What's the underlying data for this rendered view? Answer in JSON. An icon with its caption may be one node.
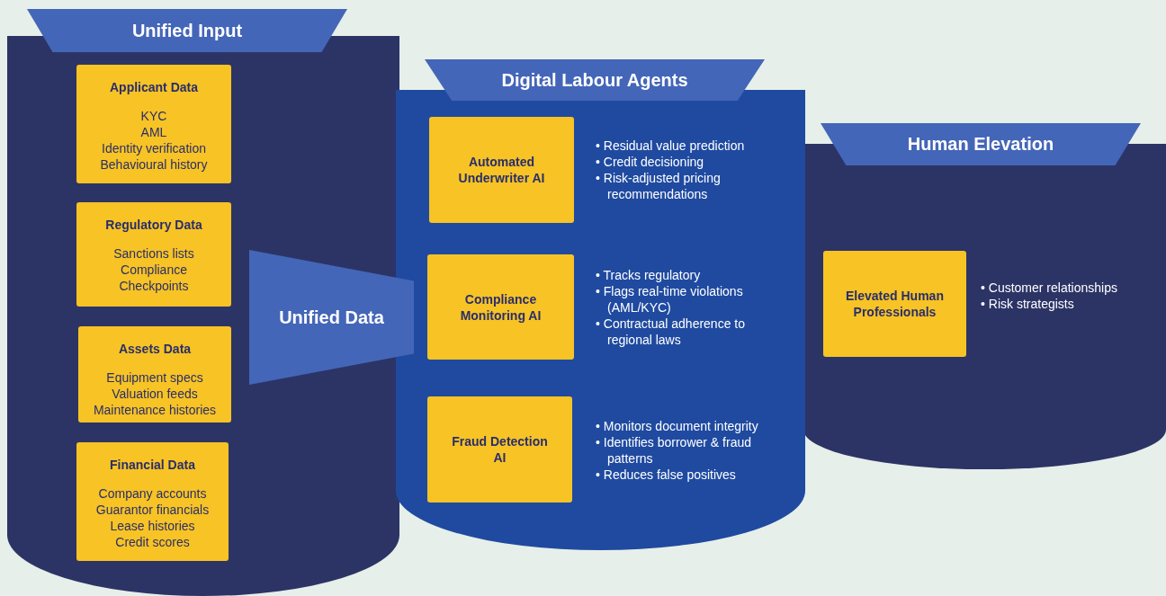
{
  "diagram": {
    "nodes": [
      {
        "text": [
          "Unified Input"
        ]
      },
      {
        "text": [
          "Applicant Data",
          "KYC",
          "AML",
          "Identity verification",
          "Behavioural history"
        ],
        "in": 0
      },
      {
        "text": [
          "Regulatory Data",
          "Sanctions lists",
          "Compliance",
          "Checkpoints"
        ],
        "in": 0
      },
      {
        "text": [
          "Assets Data",
          "Equipment specs",
          "Valuation feeds",
          "Maintenance histories"
        ],
        "in": 0
      },
      {
        "text": [
          "Financial Data",
          "Company accounts",
          "Guarantor financials",
          "Lease histories",
          "Credit scores"
        ],
        "in": 0
      },
      {
        "text": [
          "Unified Data"
        ]
      },
      {
        "text": [
          "Digital Labour Agents"
        ]
      },
      {
        "text": [
          "Automated Underwriter AI"
        ],
        "in": 6,
        "beside": [
          "• Residual value prediction",
          "• Credit decisioning",
          "• Risk-adjusted pricing recommendations"
        ]
      },
      {
        "text": [
          "Compliance Monitoring AI"
        ],
        "in": 6,
        "beside": [
          "• Tracks regulatory",
          "• Flags real-time violations (AML/KYC)",
          "• Contractual adherence to regional laws"
        ]
      },
      {
        "text": [
          "Fraud Detection AI"
        ],
        "in": 6,
        "beside": [
          "• Monitors document integrity",
          "• Identifies borrower & fraud patterns",
          "• Reduces false positives"
        ]
      },
      {
        "text": [
          "Human Elevation"
        ]
      },
      {
        "text": [
          "Elevated Human Professionals"
        ],
        "in": 10,
        "beside": [
          "• Customer relationships",
          "• Risk strategists"
        ]
      }
    ]
  }
}
